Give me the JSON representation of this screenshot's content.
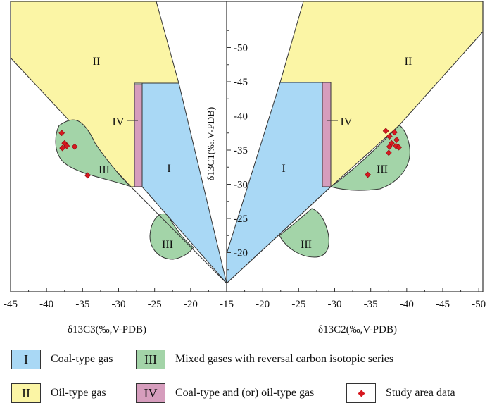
{
  "chart_data": {
    "type": "scatter",
    "title": "",
    "panels": [
      {
        "side": "left",
        "xlabel": "δ13C3(‰,V-PDB)",
        "x_ticks": [
          -45,
          -40,
          -35,
          -30,
          -25,
          -20,
          -15
        ],
        "x_range": [
          -45,
          -15
        ]
      },
      {
        "side": "right",
        "xlabel": "δ13C2(‰,V-PDB)",
        "x_ticks": [
          -15,
          -20,
          -25,
          -30,
          -35,
          -40,
          -45,
          -50
        ],
        "x_range": [
          -15,
          -50
        ]
      }
    ],
    "ylabel": "δ13C1(‰,V-PDB)",
    "y_ticks": [
      -20,
      -25,
      -30,
      -35,
      -40,
      -45,
      -50
    ],
    "y_range": [
      -15,
      -55
    ],
    "region_labels": {
      "I": "I",
      "II": "II",
      "III": "III",
      "IV": "IV"
    },
    "study_area_points": {
      "name": "Study area data",
      "left_C3": [
        {
          "x": -37.9,
          "y": -37.5
        },
        {
          "x": -37.5,
          "y": -36.0
        },
        {
          "x": -37.2,
          "y": -35.6
        },
        {
          "x": -37.8,
          "y": -35.3
        },
        {
          "x": -36.1,
          "y": -35.5
        },
        {
          "x": -34.3,
          "y": -31.3
        }
      ],
      "right_C2": [
        {
          "x": -37.1,
          "y": -37.8
        },
        {
          "x": -38.3,
          "y": -37.6
        },
        {
          "x": -37.6,
          "y": -37.0
        },
        {
          "x": -38.6,
          "y": -36.5
        },
        {
          "x": -37.9,
          "y": -36.0
        },
        {
          "x": -38.5,
          "y": -35.6
        },
        {
          "x": -37.6,
          "y": -35.5
        },
        {
          "x": -38.9,
          "y": -35.4
        },
        {
          "x": -37.5,
          "y": -34.6
        },
        {
          "x": -34.6,
          "y": -31.4
        }
      ]
    },
    "colors": {
      "coal_type": "#a9d8f5",
      "oil_type": "#fbf5a5",
      "mixed": "#a3d4a8",
      "coal_oil": "#d69dbd",
      "point": "#d71920"
    }
  },
  "legend": [
    {
      "swatch": "I",
      "label": "Coal-type  gas",
      "color": "#a9d8f5"
    },
    {
      "swatch": "III",
      "label": "Mixed gases with reversal carbon isotopic series",
      "color": "#a3d4a8"
    },
    {
      "swatch": "II",
      "label": "Oil-type  gas",
      "color": "#fbf5a5"
    },
    {
      "swatch": "IV",
      "label": "Coal-type and (or) oil-type gas",
      "color": "#d69dbd"
    },
    {
      "swatch": "",
      "label": "Study area data",
      "color": "#d71920"
    }
  ]
}
